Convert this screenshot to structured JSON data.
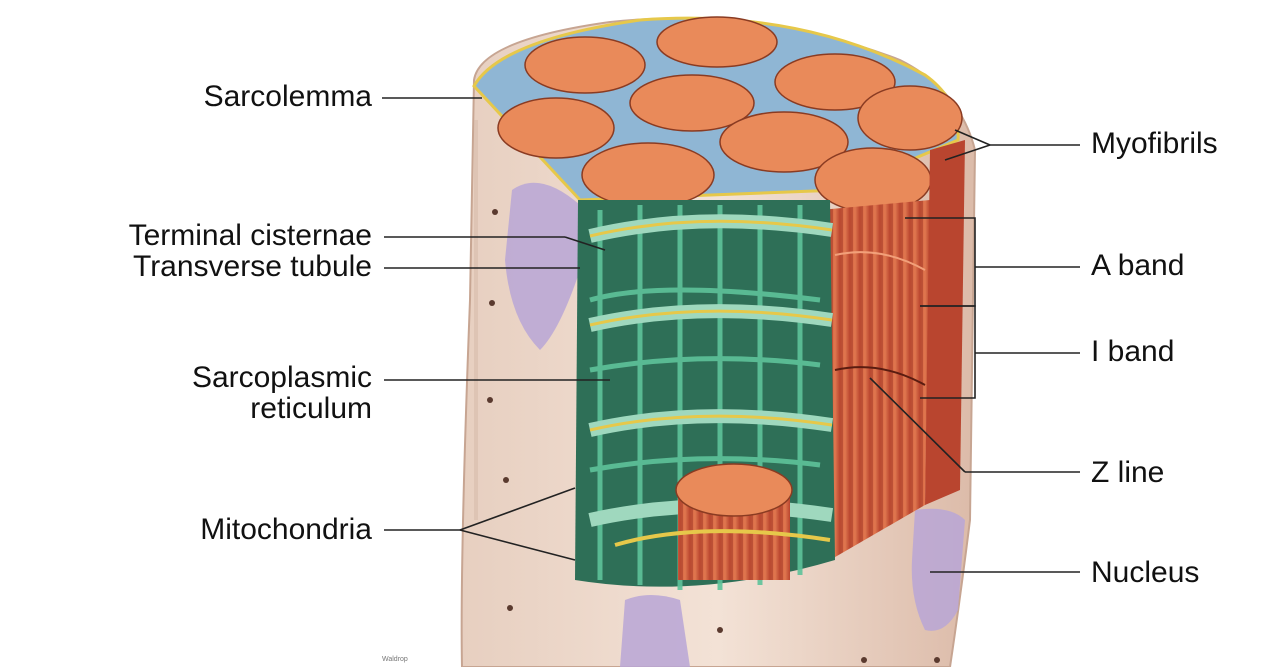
{
  "labels": {
    "sarcolemma": "Sarcolemma",
    "terminal_cisternae": "Terminal cisternae",
    "transverse_tubule": "Transverse tubule",
    "sarcoplasmic_line1": "Sarcoplasmic",
    "sarcoplasmic_line2": "reticulum",
    "mitochondria": "Mitochondria",
    "myofibrils": "Myofibrils",
    "a_band": "A band",
    "i_band": "I band",
    "z_line": "Z line",
    "nucleus": "Nucleus"
  },
  "signature": "Waldrop",
  "colors": {
    "sarcoplasm": "#ecd6c8",
    "myofibril_face": "#e98a5a",
    "myofibril_side": "#c9543a",
    "reticulum": "#3f9b7a",
    "tubule": "#9fd8be",
    "sarcolemma_edge": "#e6c84a",
    "nucleus": "#b9a6d6",
    "membrane_blue": "#8fb6d4"
  }
}
